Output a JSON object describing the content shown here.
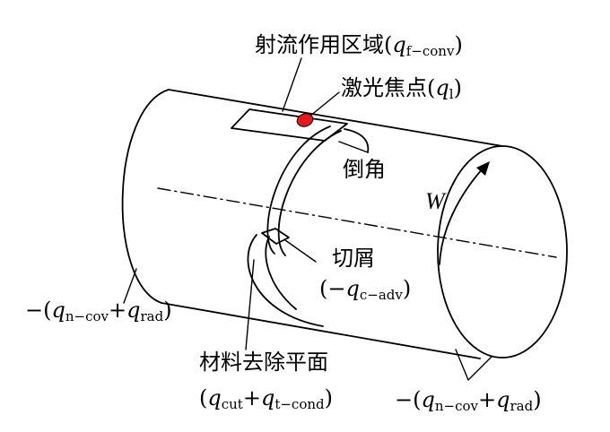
{
  "labels": {
    "jet_zone": {
      "text": "射流作用区域(",
      "sym": "q",
      "sub": "f−conv",
      "close": ")"
    },
    "laser_focus": {
      "text": "激光焦点(",
      "sym": "q",
      "sub": "l",
      "close": ")"
    },
    "chamfer": {
      "text": "倒角"
    },
    "rotation": {
      "text": "W"
    },
    "chip": {
      "text": "切屑"
    },
    "chip_heat": {
      "open": "(−",
      "sym": "q",
      "sub": "c−adv",
      "close": ")"
    },
    "left_loss": {
      "open": "−(",
      "sym1": "q",
      "sub1": "n−cov",
      "plus": "+",
      "sym2": "q",
      "sub2": "rad",
      "close": ")"
    },
    "removal_plane": {
      "text": "材料去除平面"
    },
    "removal_heat": {
      "open": "(",
      "sym1": "q",
      "sub1": "cut",
      "plus": "+",
      "sym2": "q",
      "sub2": "t−cond",
      "close": ")"
    },
    "right_loss": {
      "open": "−(",
      "sym1": "q",
      "sub1": "n−cov",
      "plus": "+",
      "sym2": "q",
      "sub2": "rad",
      "close": ")"
    }
  },
  "colors": {
    "stroke": "#000000",
    "laser_spot": "#e8191c",
    "background": "#ffffff"
  }
}
